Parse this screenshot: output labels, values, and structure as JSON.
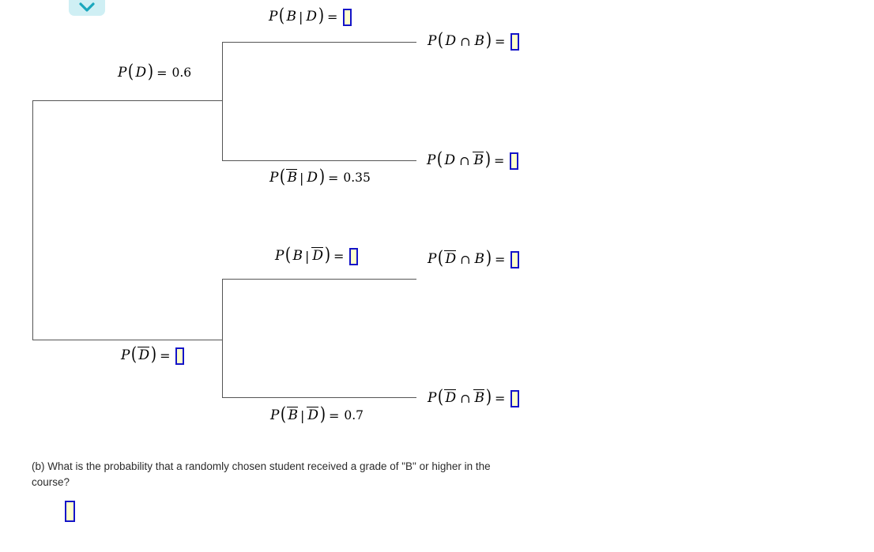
{
  "controls": {
    "chevron": {
      "icon": "chevron-down-icon",
      "color": "#1aa7bd",
      "background": "#cfeff4"
    }
  },
  "colors": {
    "input_fill": "#ffffcc",
    "input_border": "#1414c8",
    "tree_line": "#555555",
    "text": "#2b2b2b"
  },
  "tree": {
    "branches": {
      "p_d": {
        "prefix": "P",
        "event": "D",
        "eq": "=",
        "value": "0.6",
        "has_input": false
      },
      "p_dbar": {
        "prefix": "P",
        "event": "D",
        "overline": true,
        "eq": "=",
        "value": "",
        "has_input": true
      },
      "p_b_given_d": {
        "prefix": "P",
        "event": "B",
        "cond": "D",
        "eq": "=",
        "value": "",
        "has_input": true
      },
      "p_bbar_given_d": {
        "prefix": "P",
        "event": "B",
        "event_overline": true,
        "cond": "D",
        "eq": "=",
        "value": "0.35",
        "has_input": false
      },
      "p_b_given_dbar": {
        "prefix": "P",
        "event": "B",
        "cond": "D",
        "cond_overline": true,
        "eq": "=",
        "value": "",
        "has_input": true
      },
      "p_bbar_given_dbar": {
        "prefix": "P",
        "event": "B",
        "event_overline": true,
        "cond": "D",
        "cond_overline": true,
        "eq": "=",
        "value": "0.7",
        "has_input": false
      }
    },
    "outcomes": {
      "d_and_b": {
        "left": "D",
        "right": "B",
        "op": "∩",
        "eq": "=",
        "value": "",
        "has_input": true
      },
      "d_and_bbar": {
        "left": "D",
        "right": "B",
        "right_overline": true,
        "op": "∩",
        "eq": "=",
        "value": "",
        "has_input": true
      },
      "dbar_and_b": {
        "left": "D",
        "left_overline": true,
        "right": "B",
        "op": "∩",
        "eq": "=",
        "value": "",
        "has_input": true
      },
      "dbar_and_bbar": {
        "left": "D",
        "left_overline": true,
        "right": "B",
        "right_overline": true,
        "op": "∩",
        "eq": "=",
        "value": "",
        "has_input": true
      }
    }
  },
  "question": {
    "label": "(b)",
    "text": "What is the probability that a randomly chosen student received a grade of \"B\" or higher in the course?",
    "full": "(b) What is the probability that a randomly chosen student received a grade of \"B\" or higher in the course?",
    "answer_value": ""
  }
}
